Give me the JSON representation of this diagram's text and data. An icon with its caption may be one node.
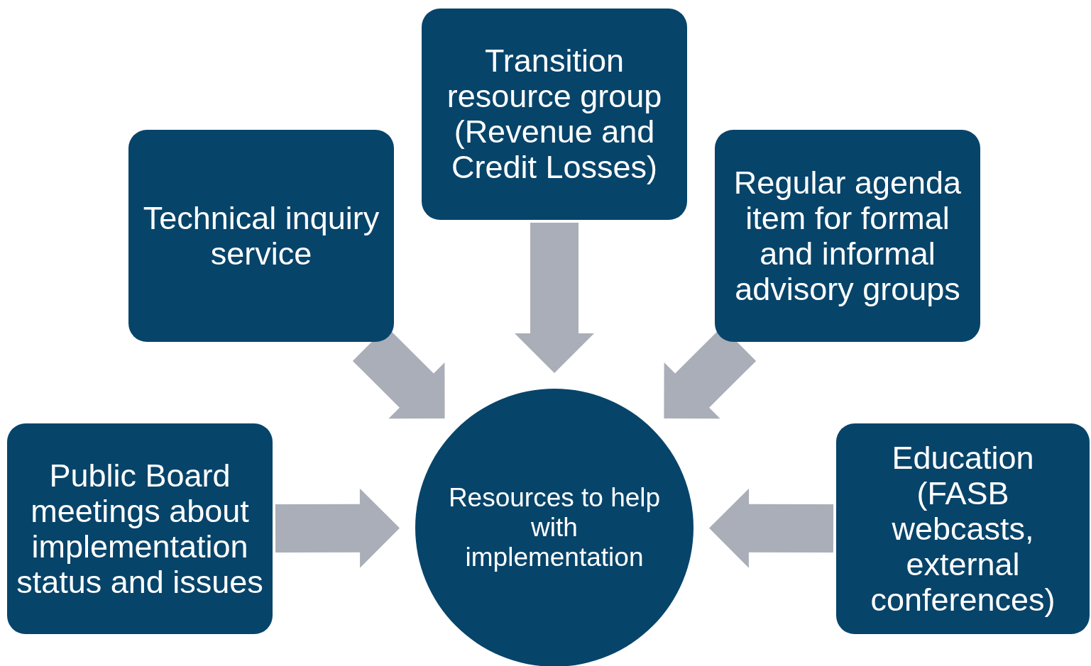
{
  "diagram": {
    "nodes": [
      {
        "text": [
          "Transition resource group (Revenue and Credit Losses)"
        ]
      },
      {
        "text": [
          "Technical inquiry service"
        ]
      },
      {
        "text": [
          "Regular agenda item for formal and informal advisory groups"
        ]
      },
      {
        "text": [
          "Public Board meetings about implementation status and issues"
        ]
      },
      {
        "text": [
          "Education (FASB webcasts, external conferences)"
        ]
      },
      {
        "text": [
          "Resources to help with implementation"
        ]
      }
    ],
    "edges": [
      {
        "from": 0,
        "to": 5,
        "arrow": "to"
      },
      {
        "from": 1,
        "to": 5,
        "arrow": "to"
      },
      {
        "from": 2,
        "to": 5,
        "arrow": "to"
      },
      {
        "from": 3,
        "to": 5,
        "arrow": "to"
      },
      {
        "from": 4,
        "to": 5,
        "arrow": "to"
      }
    ]
  }
}
